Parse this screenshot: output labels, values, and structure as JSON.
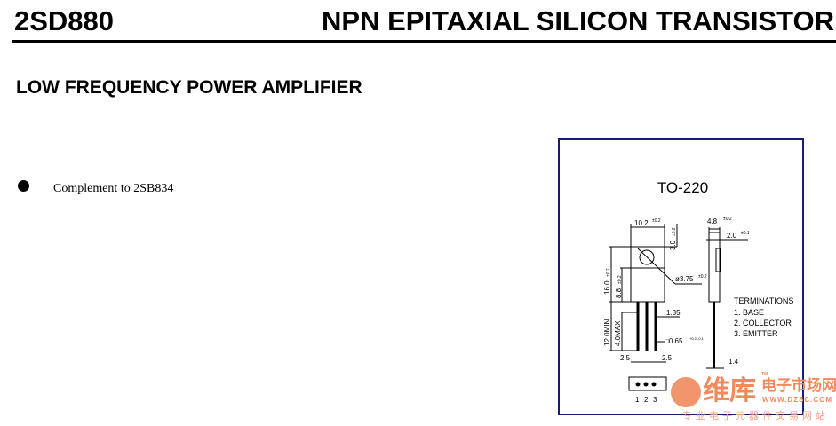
{
  "header": {
    "part_number": "2SD880",
    "title": "NPN EPITAXIAL SILICON TRANSISTOR"
  },
  "subtitle": "LOW FREQUENCY POWER AMPLIFIER",
  "features": [
    "Complement to 2SB834"
  ],
  "package": {
    "name": "TO-220",
    "dimensions": {
      "width": "10.2",
      "width_tol": "±0.2",
      "tab": "3.0",
      "tab_tol": "±0.2",
      "height": "16.0",
      "height_tol": "±0.7",
      "body": "8.8",
      "body_tol": "±0.2",
      "hole": "ø3.75",
      "hole_tol": "±0.2",
      "lead_min": "12.0MIN",
      "lead_max": "4.0MAX",
      "pitch_lead": "1.35",
      "lead_sq": "□0.65",
      "lead_sq_tol": "+0.2 -0.1",
      "pitch_left": "2.5",
      "pitch_right": "2.5",
      "thickness": "4.8",
      "thickness_tol": "±0.2",
      "flange": "2.0",
      "flange_tol": "±0.1",
      "lead_thk": "1.4"
    },
    "terminations_title": "TERMINATIONS",
    "terminations": [
      "1. BASE",
      "2. COLLECTOR",
      "3. EMITTER"
    ],
    "pin_numbers": [
      "1",
      "2",
      "3"
    ]
  },
  "watermark": {
    "brand": "维库",
    "site_name": "电子市场网",
    "url": "WWW.DZSC.COM",
    "slogan": "专业电子元器件交易网站",
    "tm": "TM"
  }
}
